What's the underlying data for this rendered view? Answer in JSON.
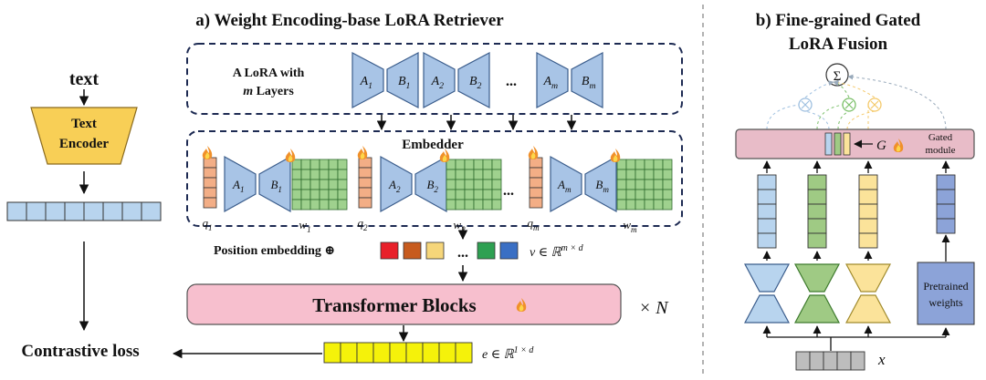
{
  "panel_a": {
    "title": "a) Weight Encoding-base LoRA Retriever",
    "lora_box": {
      "label_line1": "A LoRA with",
      "label_m": "m",
      "label_line2_rest": " Layers"
    },
    "embedder_label": "Embedder",
    "dots": "...",
    "labels": {
      "A": "A",
      "B": "B",
      "q": "q",
      "w": "w",
      "sub1": "1",
      "sub2": "2",
      "subm": "m"
    },
    "position_embedding": "Position embedding ⊕",
    "v_label": "v ∈ ℝ",
    "v_sup": "m × d",
    "transformer": "Transformer Blocks",
    "times": "×",
    "N": "N",
    "e_label": "e ∈ ℝ",
    "e_sup": "1 × d",
    "pos_colors": [
      "#e8202a",
      "#c75b1e",
      "#f6d67a",
      "#2ea052",
      "#3a6fc4"
    ]
  },
  "left": {
    "text": "text",
    "encoder_line1": "Text",
    "encoder_line2": "Encoder",
    "contrastive": "Contrastive loss"
  },
  "panel_b": {
    "title_line1": "b) Fine-grained Gated",
    "title_line2": "LoRA Fusion",
    "sum": "Σ",
    "gated_line1": "Gated",
    "gated_line2": "module",
    "G": "G",
    "pretrained_line1": "Pretrained",
    "pretrained_line2": "weights",
    "x": "x",
    "colors": {
      "blue": "#b8d4ee",
      "green": "#9fca84",
      "yellow": "#fbe39a",
      "navy": "#8ca3d8"
    }
  }
}
